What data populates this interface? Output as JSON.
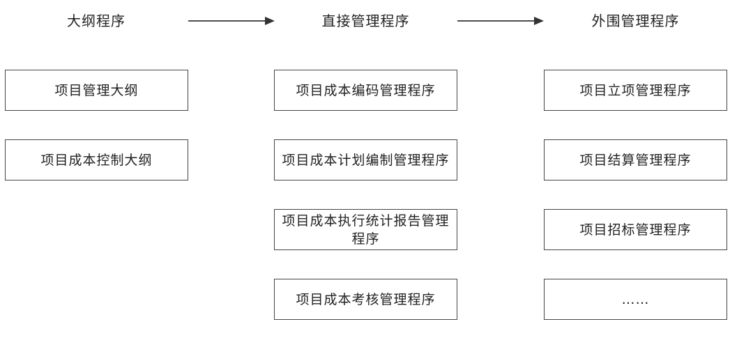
{
  "columns": [
    {
      "header": "大纲程序",
      "items": [
        "项目管理大纲",
        "项目成本控制大纲"
      ]
    },
    {
      "header": "直接管理程序",
      "items": [
        "项目成本编码管理程序",
        "项目成本计划编制管理程序",
        "项目成本执行统计报告管理程序",
        "项目成本考核管理程序"
      ]
    },
    {
      "header": "外围管理程序",
      "items": [
        "项目立项管理程序",
        "项目结算管理程序",
        "项目招标管理程序",
        "……"
      ]
    }
  ],
  "colors": {
    "border": "#444444",
    "text": "#222222",
    "arrow": "#333333"
  }
}
